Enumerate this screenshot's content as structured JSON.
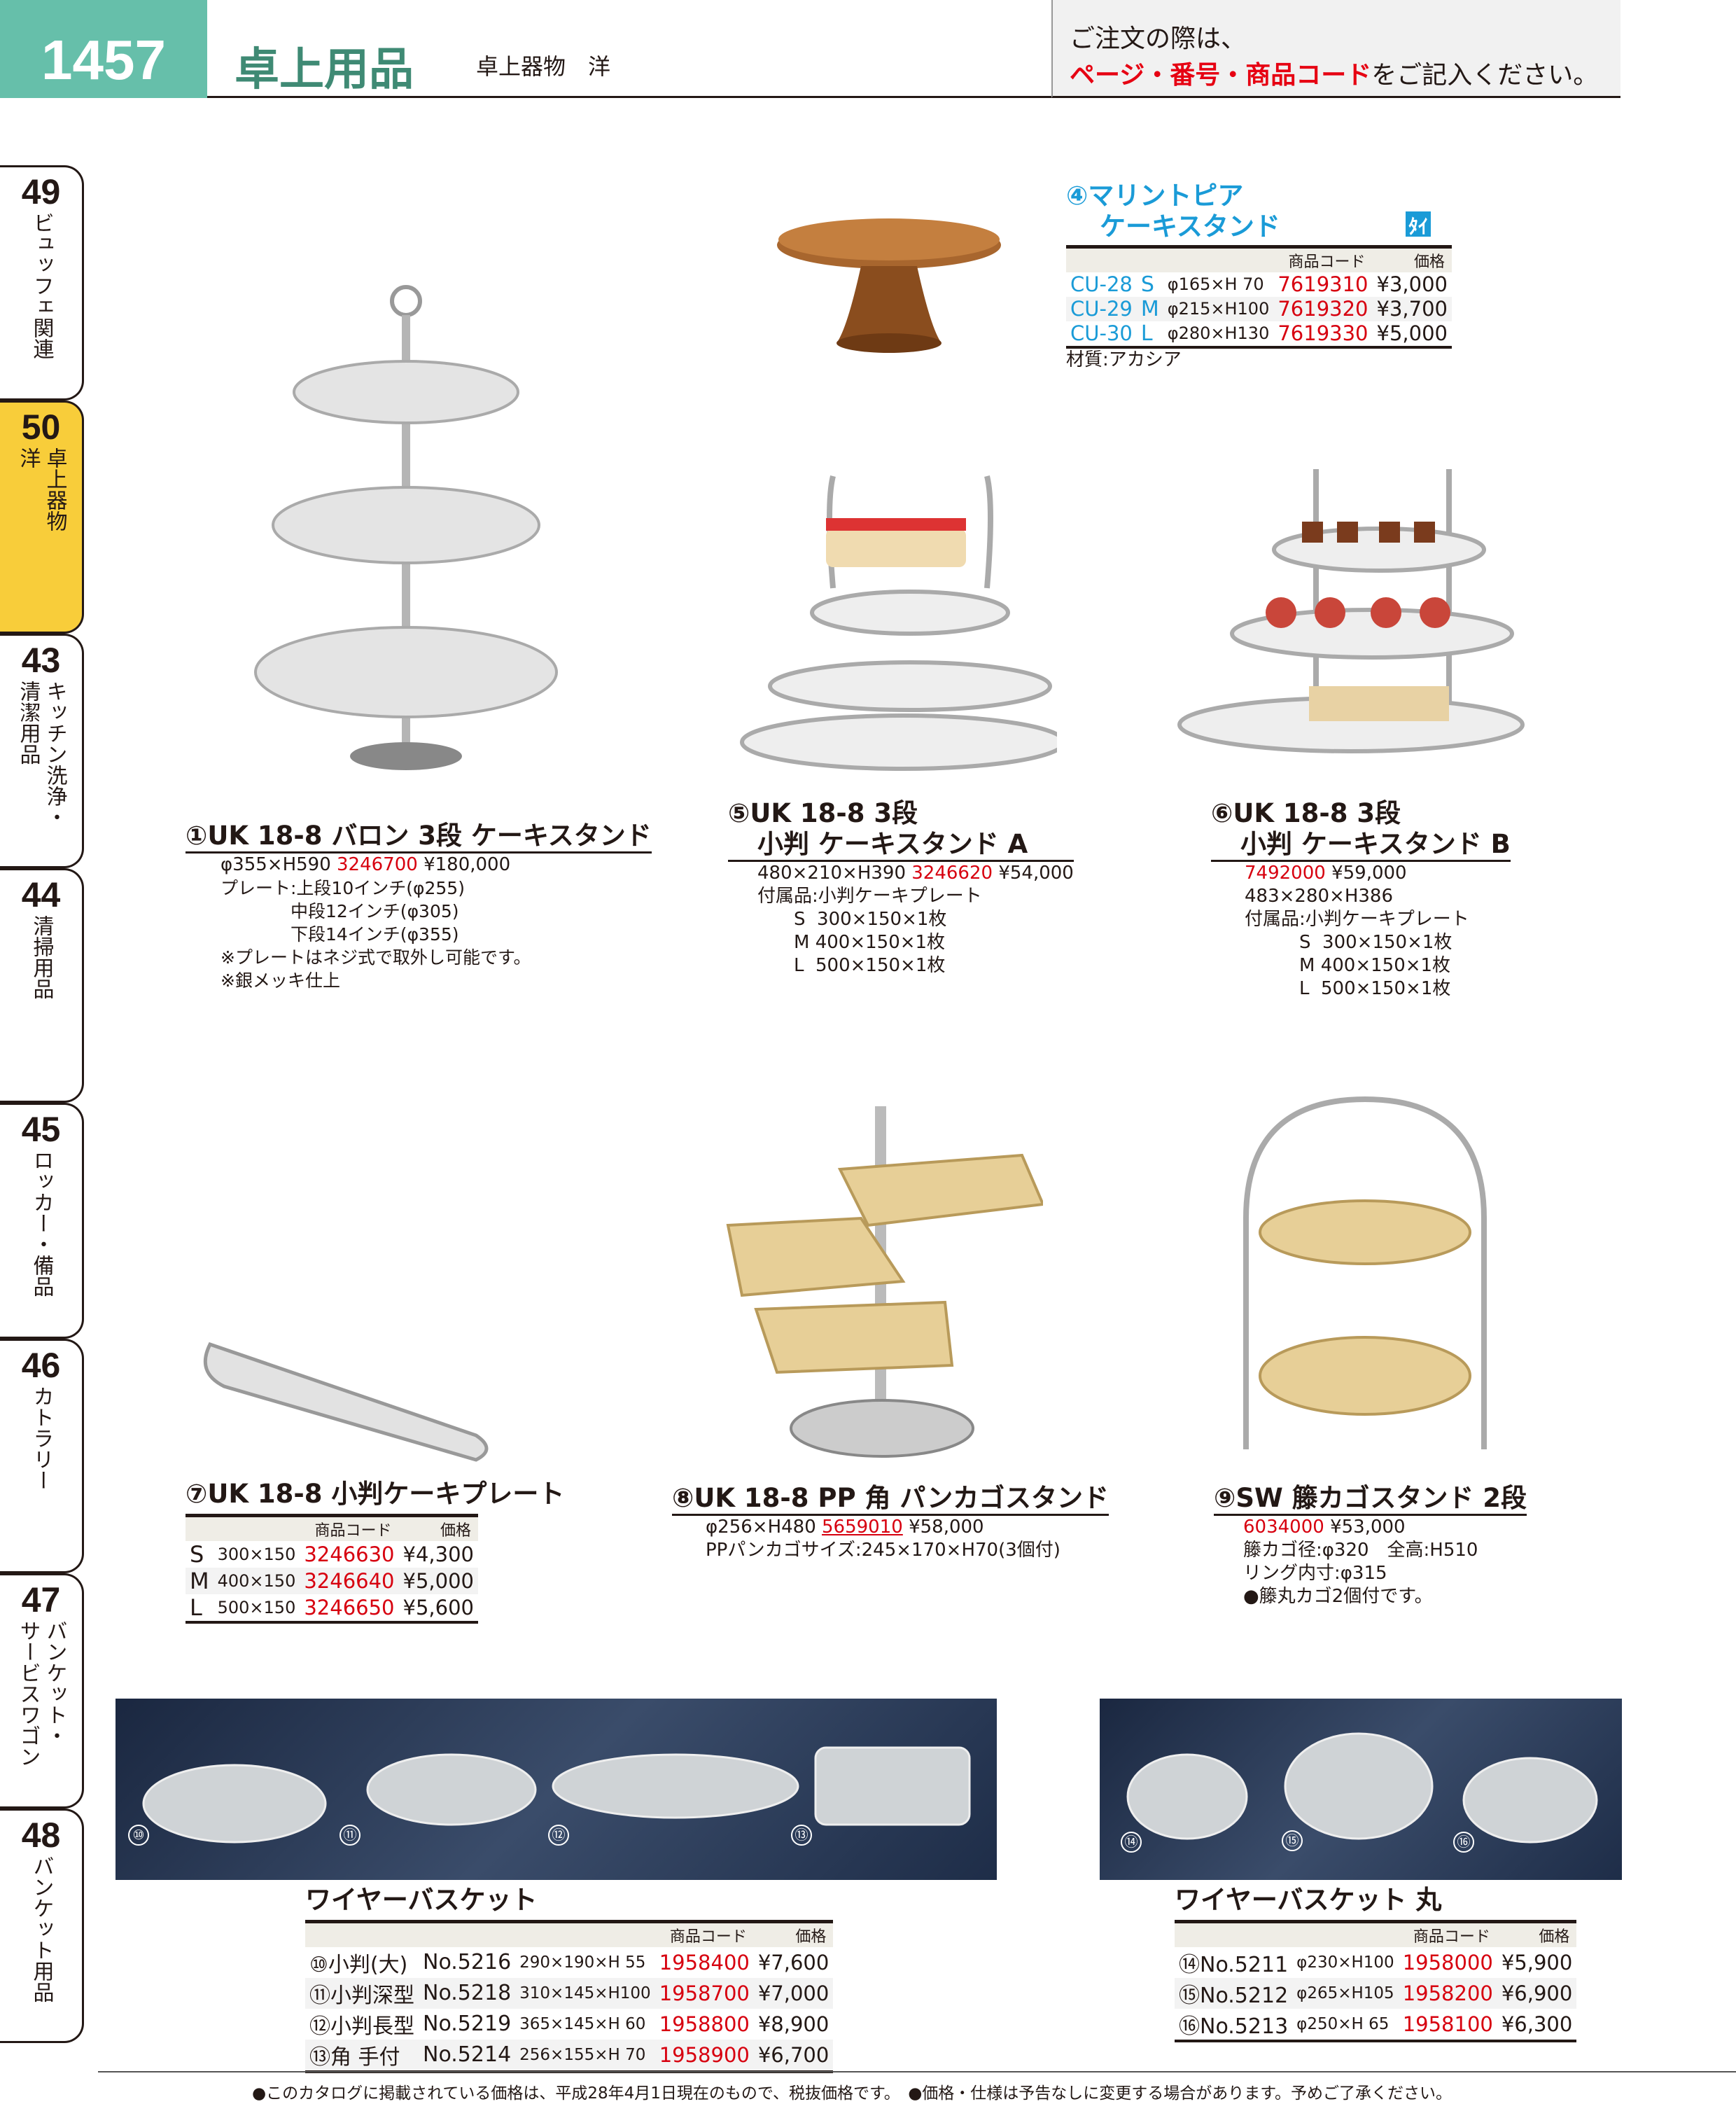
{
  "header": {
    "page_number": "1457",
    "title": "卓上用品",
    "subtitle": "卓上器物　洋",
    "notice_line1": "ご注文の際は、",
    "notice_red": "ページ・番号・商品コード",
    "notice_tail": "をご記入ください。"
  },
  "tabs": [
    {
      "num": "49",
      "lines": [
        "ビュッフェ関連"
      ]
    },
    {
      "num": "50",
      "lines": [
        "卓上器物",
        "洋"
      ],
      "active": true
    },
    {
      "num": "43",
      "lines": [
        "キッチン洗浄・",
        "清潔用品"
      ]
    },
    {
      "num": "44",
      "lines": [
        "清掃用品"
      ]
    },
    {
      "num": "45",
      "lines": [
        "ロッカー・備品"
      ]
    },
    {
      "num": "46",
      "lines": [
        "カトラリー"
      ]
    },
    {
      "num": "47",
      "lines": [
        "バンケット・",
        "サービスワゴン"
      ]
    },
    {
      "num": "48",
      "lines": [
        "バンケット用品"
      ]
    }
  ],
  "p4": {
    "title1": "④マリントピア",
    "title2": "ケーキスタンド",
    "badge": "ﾀｲ",
    "h_code": "商品コード",
    "h_price": "価格",
    "rows": [
      {
        "model": "CU-28",
        "size": "S",
        "dim": "φ165×H 70",
        "code": "7619310",
        "price": "¥3,000"
      },
      {
        "model": "CU-29",
        "size": "M",
        "dim": "φ215×H100",
        "code": "7619320",
        "price": "¥3,700"
      },
      {
        "model": "CU-30",
        "size": "L",
        "dim": "φ280×H130",
        "code": "7619330",
        "price": "¥5,000"
      }
    ],
    "material": "材質:アカシア"
  },
  "p1": {
    "title": "①UK 18-8 バロン 3段 ケーキスタンド",
    "dim": "φ355×H590",
    "code": "3246700",
    "price": "¥180,000",
    "lines": [
      "プレート:上段10インチ(φ255)",
      "　　　　中段12インチ(φ305)",
      "　　　　下段14インチ(φ355)",
      "※プレートはネジ式で取外し可能です。",
      "※銀メッキ仕上"
    ]
  },
  "p5": {
    "title1": "⑤UK 18-8 3段",
    "title2": "小判 ケーキスタンド A",
    "dim": "480×210×H390",
    "code": "3246620",
    "price": "¥54,000",
    "lines": [
      "付属品:小判ケーキプレート",
      "　　S  300×150×1枚",
      "　　M 400×150×1枚",
      "　　L  500×150×1枚"
    ]
  },
  "p6": {
    "title1": "⑥UK 18-8 3段",
    "title2": "小判 ケーキスタンド B",
    "code": "7492000",
    "price": "¥59,000",
    "lines": [
      "483×280×H386",
      "付属品:小判ケーキプレート",
      "　　　S  300×150×1枚",
      "　　　M 400×150×1枚",
      "　　　L  500×150×1枚"
    ]
  },
  "p7": {
    "title": "⑦UK 18-8 小判ケーキプレート",
    "h_code": "商品コード",
    "h_price": "価格",
    "rows": [
      {
        "size": "S",
        "dim": "300×150",
        "code": "3246630",
        "price": "¥4,300"
      },
      {
        "size": "M",
        "dim": "400×150",
        "code": "3246640",
        "price": "¥5,000"
      },
      {
        "size": "L",
        "dim": "500×150",
        "code": "3246650",
        "price": "¥5,600"
      }
    ]
  },
  "p8": {
    "title": "⑧UK 18-8 PP 角 パンカゴスタンド",
    "dim": "φ256×H480",
    "code": "5659010",
    "price": "¥58,000",
    "line": "PPパンカゴサイズ:245×170×H70(3個付)"
  },
  "p9": {
    "title": "⑨SW 籐カゴスタンド 2段",
    "code": "6034000",
    "price": "¥53,000",
    "lines": [
      "籐カゴ径:φ320　全高:H510",
      "リング内寸:φ315",
      "●籐丸カゴ2個付です。"
    ]
  },
  "wire": {
    "title": "ワイヤーバスケット",
    "h_code": "商品コード",
    "h_price": "価格",
    "labels": [
      "⑩",
      "⑪",
      "⑫",
      "⑬"
    ],
    "rows": [
      {
        "name": "⑩小判(大)",
        "no": "No.5216",
        "dim": "290×190×H 55",
        "code": "1958400",
        "price": "¥7,600"
      },
      {
        "name": "⑪小判深型",
        "no": "No.5218",
        "dim": "310×145×H100",
        "code": "1958700",
        "price": "¥7,000"
      },
      {
        "name": "⑫小判長型",
        "no": "No.5219",
        "dim": "365×145×H 60",
        "code": "1958800",
        "price": "¥8,900"
      },
      {
        "name": "⑬角 手付",
        "no": "No.5214",
        "dim": "256×155×H 70",
        "code": "1958900",
        "price": "¥6,700"
      }
    ]
  },
  "wire_round": {
    "title": "ワイヤーバスケット 丸",
    "h_code": "商品コード",
    "h_price": "価格",
    "labels": [
      "⑭",
      "⑮",
      "⑯"
    ],
    "rows": [
      {
        "name": "⑭No.5211",
        "dim": "φ230×H100",
        "code": "1958000",
        "price": "¥5,900"
      },
      {
        "name": "⑮No.5212",
        "dim": "φ265×H105",
        "code": "1958200",
        "price": "¥6,900"
      },
      {
        "name": "⑯No.5213",
        "dim": "φ250×H 65",
        "code": "1958100",
        "price": "¥6,300"
      }
    ]
  },
  "footer": "●このカタログに掲載されている価格は、平成28年4月1日現在のもので、税抜価格です。　●価格・仕様は予告なしに変更する場合があります。予めご了承ください。"
}
